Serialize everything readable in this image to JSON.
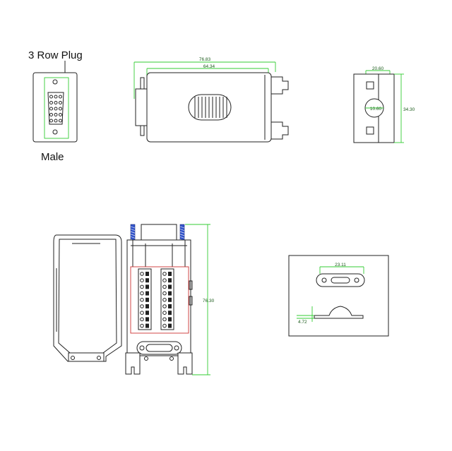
{
  "labels": {
    "plug_title": "3 Row Plug",
    "gender": "Male"
  },
  "dimensions": {
    "overall_length": "76.83",
    "body_length": "64.34",
    "side_width": "20.60",
    "cable_hole": "10.60",
    "side_height": "34.30",
    "open_height": "76.30",
    "clamp_width": "23.11",
    "clamp_height": "4.72"
  },
  "colors": {
    "outline": "#222222",
    "dimension": "#33cc33",
    "screw": "#3355cc",
    "terminal_zone": "#cc3333"
  },
  "terminal_rows": 9
}
